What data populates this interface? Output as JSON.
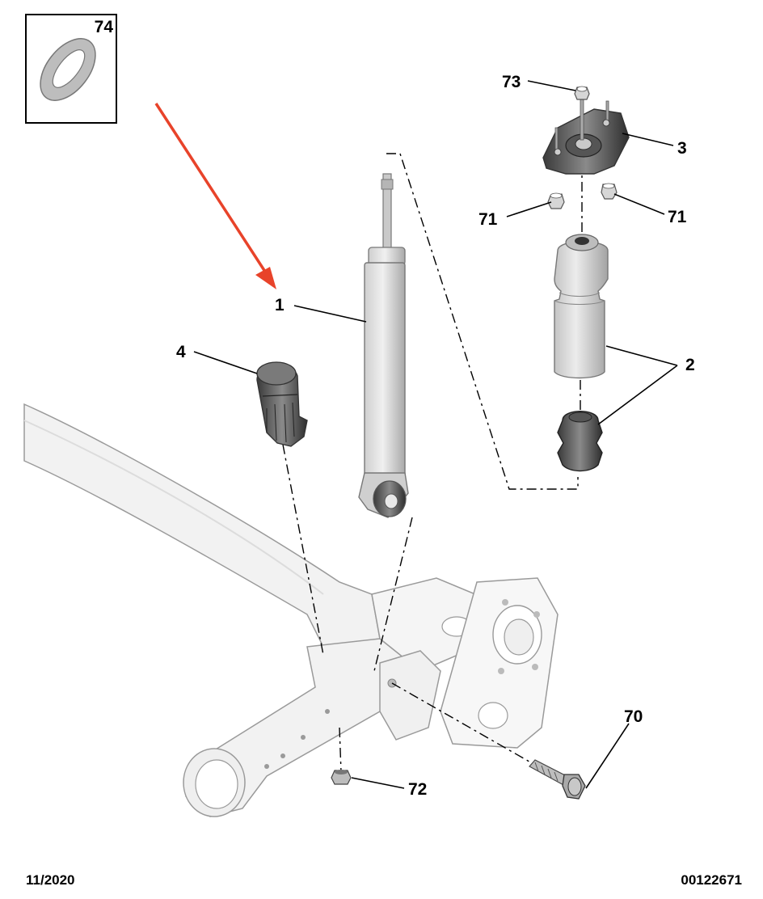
{
  "callouts": {
    "p1": "1",
    "p2": "2",
    "p3": "3",
    "p4": "4",
    "p70": "70",
    "p71_left": "71",
    "p71_right": "71",
    "p72": "72",
    "p73": "73",
    "p74": "74"
  },
  "footer": {
    "date": "11/2020",
    "reference": "00122671"
  },
  "colors": {
    "highlight_arrow": "#e8432a",
    "part_fill": "#d9d9d9",
    "axle_fill": "#f2f2f2"
  }
}
